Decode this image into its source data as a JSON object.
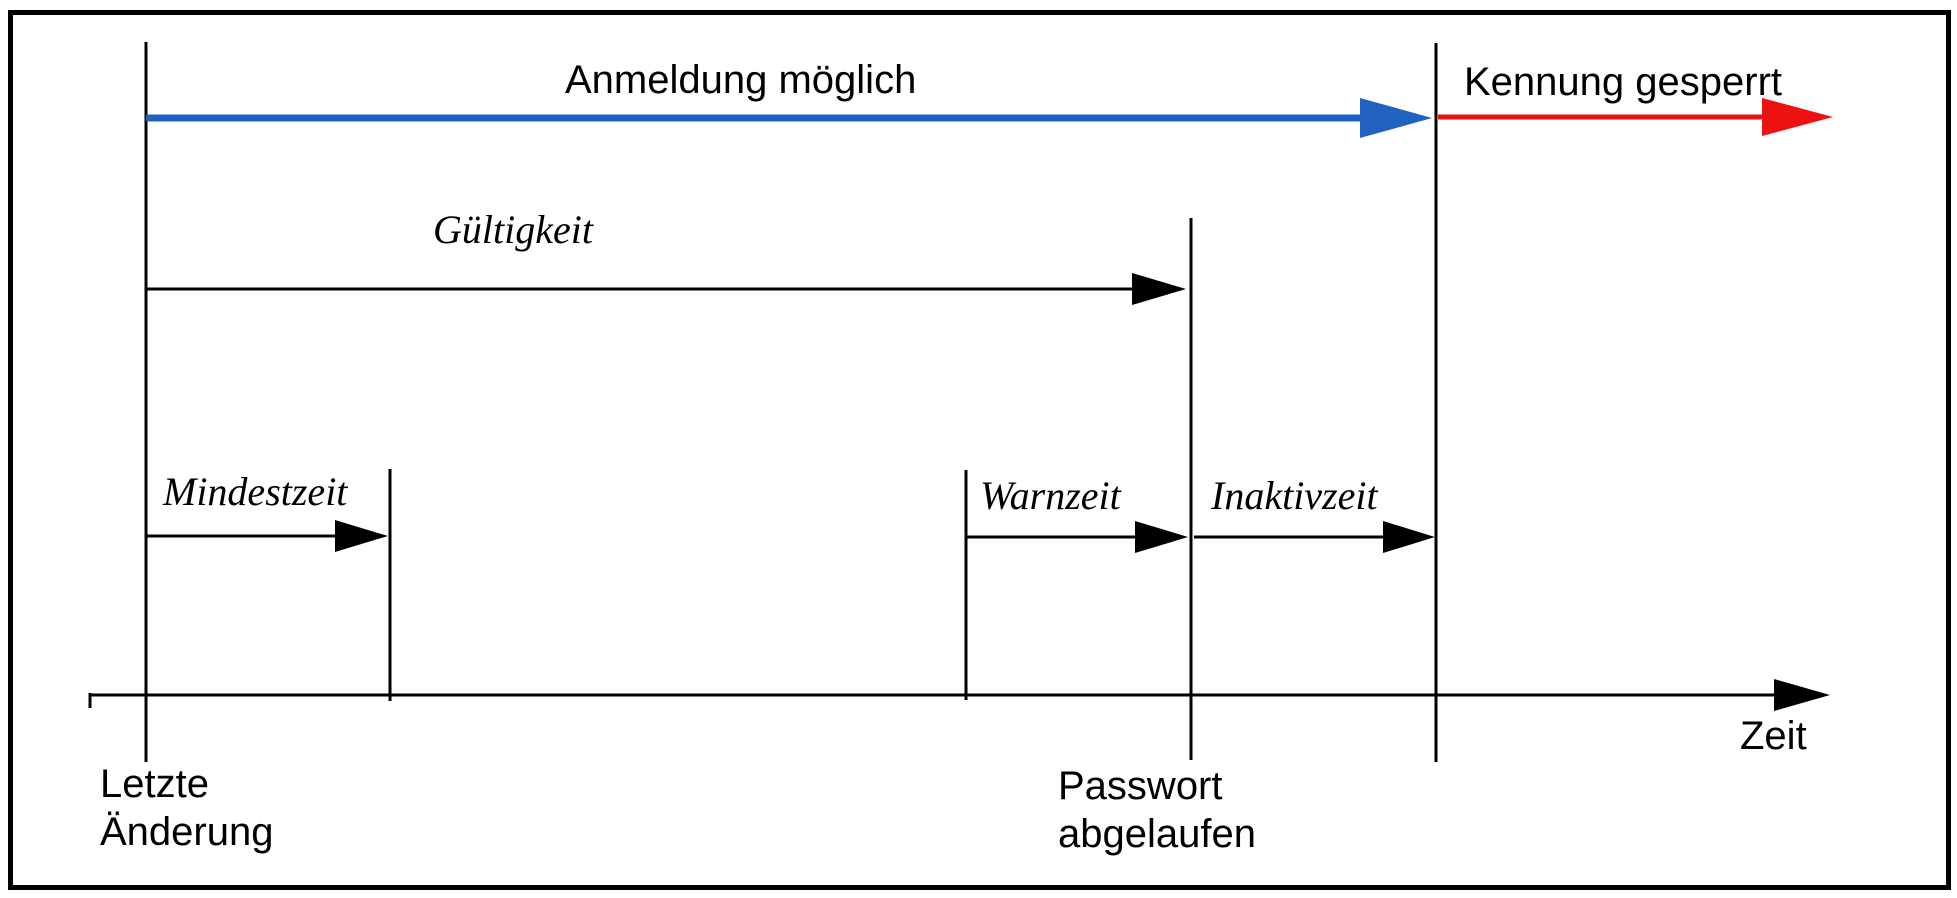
{
  "diagram": {
    "type": "timeline",
    "language": "de",
    "labels": {
      "anmeldung": "Anmeldung möglich",
      "kennung": "Kennung gesperrt",
      "gueltigkeit": "Gültigkeit",
      "mindestzeit": "Mindestzeit",
      "warnzeit": "Warnzeit",
      "inaktivzeit": "Inaktivzeit",
      "zeit": "Zeit",
      "letzte_line1": "Letzte",
      "letzte_line2": "Änderung",
      "passwort_line1": "Passwort",
      "passwort_line2": "abgelaufen"
    },
    "colors": {
      "anmeldung_arrow": "#2161c0",
      "kennung_arrow": "#ee1111",
      "ink": "#000000"
    }
  }
}
